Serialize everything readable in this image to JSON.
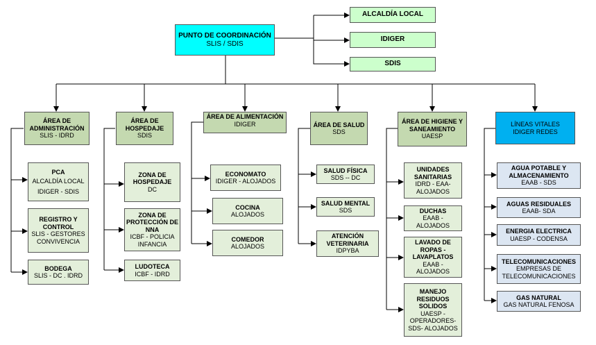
{
  "root": {
    "title": "PUNTO DE COORDINACIÓN",
    "sub": "SLIS / SDIS"
  },
  "top_entities": [
    "ALCALDÍA LOCAL",
    "IDIGER",
    "SDIS"
  ],
  "areas": [
    {
      "title": "ÁREA DE ADMINISTRACIÓN",
      "sub": "SLIS - IDRD",
      "items": [
        {
          "title": "PCA",
          "lines": [
            "ALCALDÍA LOCAL",
            "IDIGER - SDIS"
          ]
        },
        {
          "title": "REGISTRO Y CONTROL",
          "lines": [
            "SLIS - GESTORES CONVIVENCIA"
          ]
        },
        {
          "title": "BODEGA",
          "lines": [
            "SLIS - DC . IDRD"
          ]
        }
      ]
    },
    {
      "title": "ÁREA DE HOSPEDAJE",
      "sub": "SDIS",
      "items": [
        {
          "title": "ZONA DE HOSPEDAJE",
          "lines": [
            "DC"
          ]
        },
        {
          "title": "ZONA DE PROTECCIÓN DE NNA",
          "lines": [
            "ICBF - POLICIA INFANCIA"
          ]
        },
        {
          "title": "LUDOTECA",
          "lines": [
            "ICBF - IDRD"
          ]
        }
      ]
    },
    {
      "title": "ÁREA DE ALIMENTACIÓN",
      "sub": "IDIGER",
      "items": [
        {
          "title": "ECONOMATO",
          "lines": [
            "IDIGER - ALOJADOS"
          ]
        },
        {
          "title": "COCINA",
          "lines": [
            "ALOJADOS"
          ]
        },
        {
          "title": "COMEDOR",
          "lines": [
            "ALOJADOS"
          ]
        }
      ]
    },
    {
      "title": "ÁREA DE SALUD",
      "sub": "SDS",
      "items": [
        {
          "title": "SALUD FÍSICA",
          "lines": [
            "SDS -- DC"
          ]
        },
        {
          "title": "SALUD MENTAL",
          "lines": [
            "SDS"
          ]
        },
        {
          "title": "ATENCIÓN VETERINARIA",
          "lines": [
            "IDPYBA"
          ]
        }
      ]
    },
    {
      "title": "ÁREA DE HIGIENE Y SANEAMIENTO",
      "sub": "UAESP",
      "items": [
        {
          "title": "UNIDADES SANITARIAS",
          "lines": [
            "IDRD - EAA-ALOJADOS"
          ]
        },
        {
          "title": "DUCHAS",
          "lines": [
            "EAAB - ALOJADOS"
          ]
        },
        {
          "title": "LAVADO DE ROPAS - LAVAPLATOS",
          "lines": [
            "EAAB - ALOJADOS"
          ]
        },
        {
          "title": "MANEJO RESIDUOS SOLIDOS",
          "lines": [
            "UAESP - OPERADORES-SDS- ALOJADOS"
          ]
        }
      ]
    },
    {
      "title": "LÍNEAS VITALES",
      "sub": "IDIGER REDES",
      "items": [
        {
          "title": "AGUA POTABLE Y ALMACENAMIENTO",
          "lines": [
            "EAAB -  SDS"
          ]
        },
        {
          "title": "AGUAS RESIDUALES",
          "lines": [
            "EAAB- SDA"
          ]
        },
        {
          "title": "ENERGIA ELECTRICA",
          "lines": [
            "UAESP - CODENSA"
          ]
        },
        {
          "title": "TELECOMUNICACIONES",
          "lines": [
            "EMPRESAS DE TELECOMUNICACIONES"
          ]
        },
        {
          "title": "GAS NATURAL",
          "lines": [
            "GAS NATURAL FENOSA"
          ]
        }
      ]
    }
  ],
  "colors": {
    "root": "#00ffff",
    "top_entity": "#ccffcc",
    "area": "#c4d9b0",
    "item": "#e3efda",
    "vital_header": "#00b0f0",
    "vital_item": "#dce6f2",
    "line": "#000000"
  }
}
